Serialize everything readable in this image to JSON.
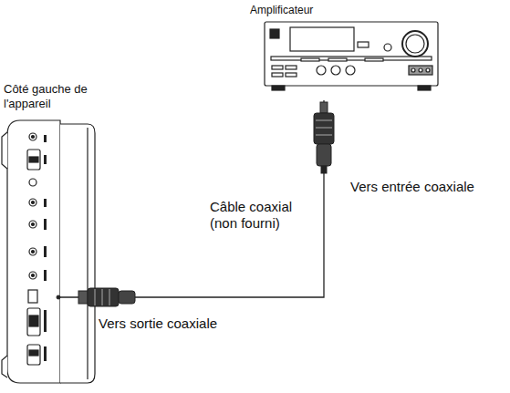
{
  "diagram": {
    "nodes": [
      {
        "text": [
          "Amplificateur"
        ]
      },
      {
        "text": [
          "Côté gauche de l'appareil"
        ]
      }
    ],
    "edges": [
      {
        "from": 1,
        "to": 0,
        "arrow": "none",
        "label": "Câble coaxial (non fourni)"
      }
    ],
    "labels": [
      "Vers entrée coaxiale",
      "Vers sortie coaxiale"
    ]
  }
}
